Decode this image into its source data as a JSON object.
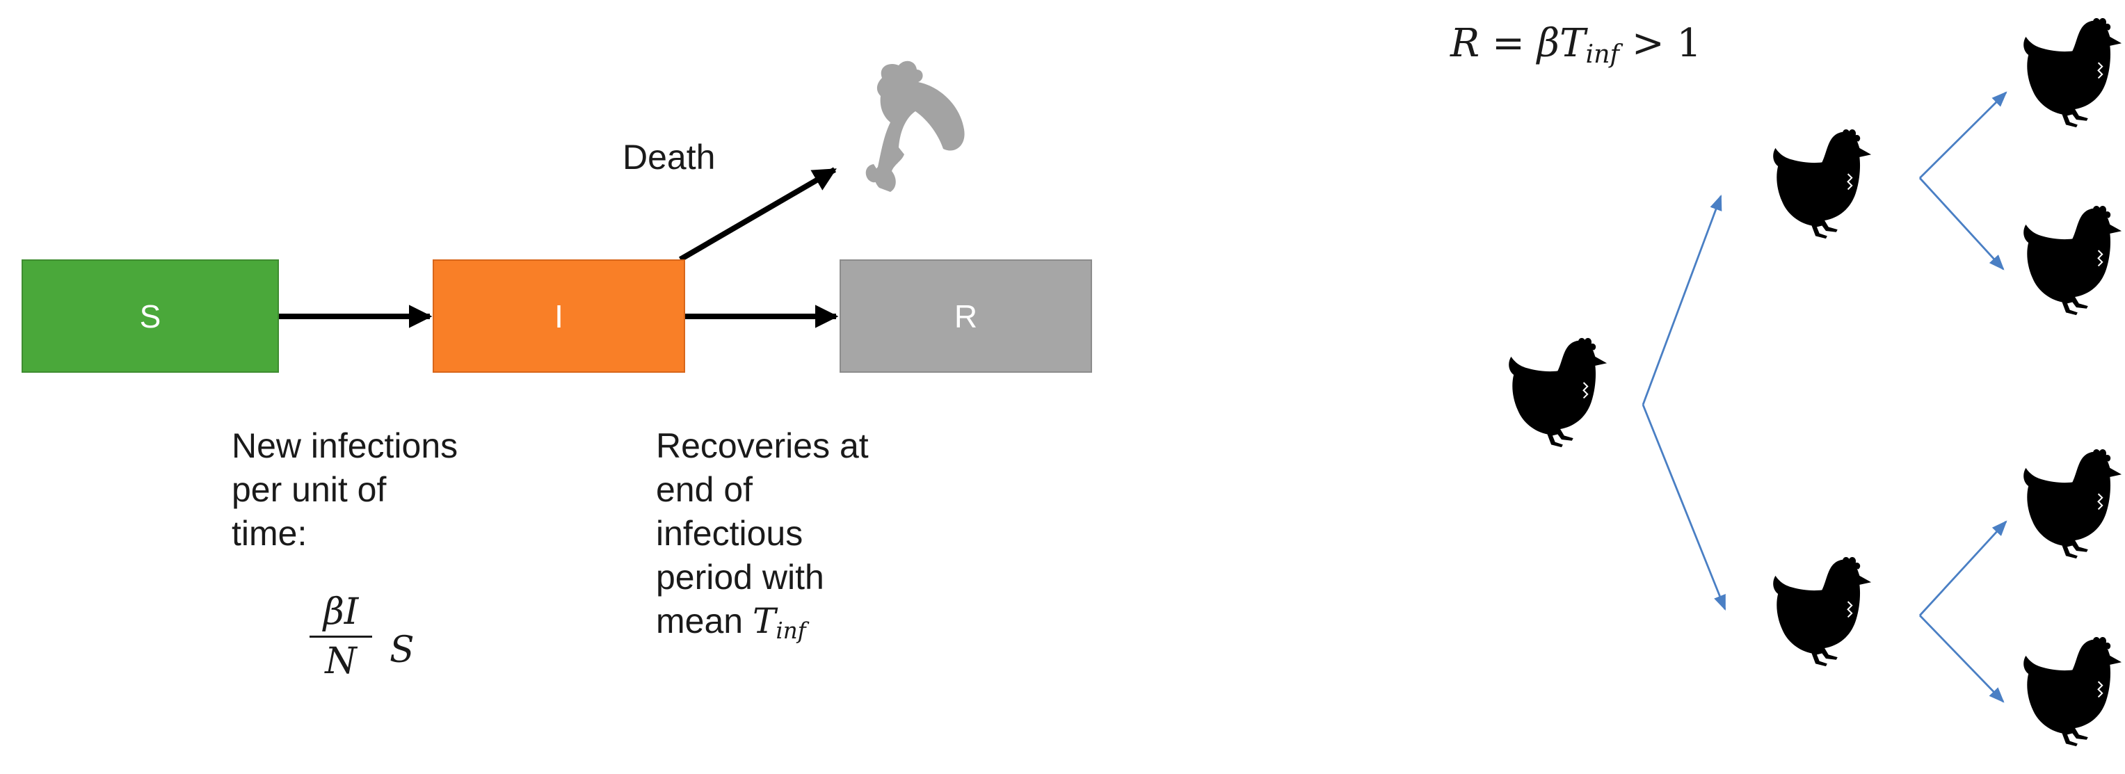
{
  "diagram": {
    "compartments": {
      "s_label": "S",
      "i_label": "I",
      "r_label": "R"
    },
    "death_label": "Death",
    "infections_text": [
      "New infections",
      "per unit of",
      "time:"
    ],
    "formula": {
      "numerator": "βI",
      "denominator": "N",
      "multiplier": "S"
    },
    "recoveries_text": [
      "Recoveries at",
      "end of",
      "infectious",
      "period with"
    ],
    "recoveries_mean_word": "mean",
    "t_inf_symbol": "T",
    "t_inf_subscript": "inf",
    "reproduction": {
      "lhs": "R",
      "equals": "=",
      "beta": "β",
      "t_symbol": "T",
      "t_subscript": "inf",
      "relation": "> 1"
    },
    "colors": {
      "susceptible": "#4aa83a",
      "infectious": "#f97f27",
      "recovered": "#a6a6a6",
      "tree_arrows": "#4a7fc4"
    },
    "icons": [
      "chicken-icon",
      "dead-chicken-icon"
    ]
  }
}
